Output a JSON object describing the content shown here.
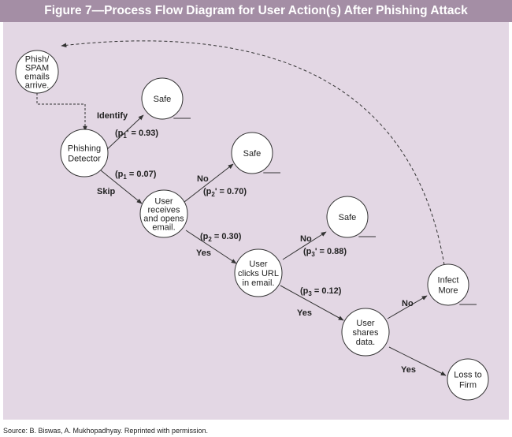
{
  "title": "Figure 7—Process Flow Diagram for User Action(s) After Phishing Attack",
  "source": "Source:  B. Biswas, A. Mukhopadhyay. Reprinted with permission.",
  "colors": {
    "header": "#a48ea5",
    "panel": "#e3d7e4",
    "node_fill": "#ffffff",
    "line": "#333333"
  },
  "nodes": {
    "phish": [
      "Phish/",
      "SPAM",
      "emails",
      "arrive."
    ],
    "detector": [
      "Phishing",
      "Detector"
    ],
    "safe1": [
      "Safe"
    ],
    "safe2": [
      "Safe"
    ],
    "safe3": [
      "Safe"
    ],
    "user_opens": [
      "User",
      "receives",
      "and opens",
      "email."
    ],
    "user_clicks": [
      "User",
      "clicks URL",
      "in email."
    ],
    "user_shares": [
      "User",
      "shares",
      "data."
    ],
    "infect": [
      "Infect",
      "More"
    ],
    "loss": [
      "Loss to",
      "Firm"
    ]
  },
  "labels": {
    "identify": "Identify",
    "skip": "Skip",
    "no1": "No",
    "yes1": "Yes",
    "no2": "No",
    "yes2": "Yes",
    "no3": "No",
    "yes3": "Yes",
    "p1_prime": {
      "pre": "(p",
      "sub": "1",
      "post": "' = 0.93)"
    },
    "p1": {
      "pre": "(p",
      "sub": "1",
      "post": " = 0.07)"
    },
    "p2_prime": {
      "pre": "(p",
      "sub": "2",
      "post": "' = 0.70)"
    },
    "p2": {
      "pre": "(p",
      "sub": "2",
      "post": " = 0.30)"
    },
    "p3_prime": {
      "pre": "(p",
      "sub": "3",
      "post": "' = 0.88)"
    },
    "p3": {
      "pre": "(p",
      "sub": "3",
      "post": " = 0.12)"
    }
  }
}
